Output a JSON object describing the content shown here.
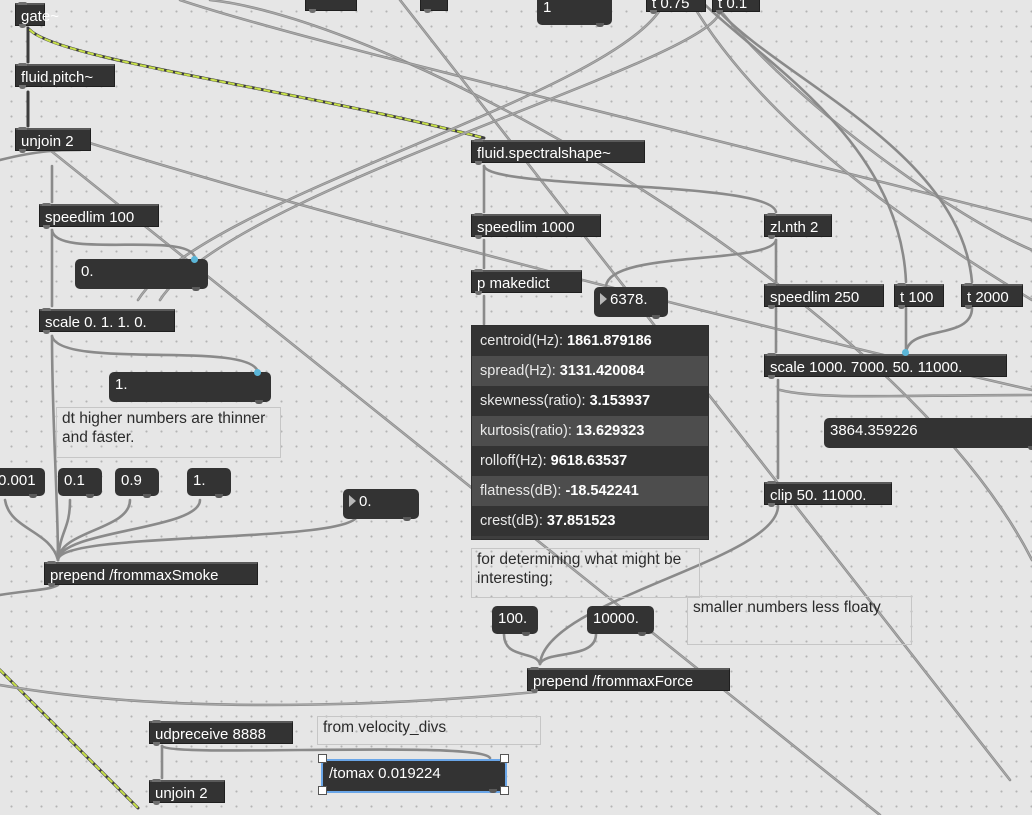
{
  "objects": {
    "gate": "gate~",
    "fluid_pitch": "fluid.pitch~",
    "unjoin_top": "unjoin 2",
    "speedlim_100": "speedlim 100",
    "scale_01": "scale 0. 1. 1. 0.",
    "prepend_smoke": "prepend /frommaxSmoke",
    "spectralshape": "fluid.spectralshape~",
    "speedlim_1000": "speedlim 1000",
    "makedict": "p makedict",
    "zl_nth": "zl.nth 2",
    "speedlim_250": "speedlim 250",
    "t_100": "t 100",
    "t_2000": "t 2000",
    "scale_1000": "scale 1000. 7000. 50. 11000.",
    "clip": "clip 50. 11000.",
    "prepend_force": "prepend /frommaxForce",
    "udpreceive": "udpreceive 8888",
    "unjoin_bottom": "unjoin 2",
    "tomax": "/tomax 0.019224",
    "top_t_left": "t 0.75",
    "top_t_right": "t 0.1"
  },
  "numbers": {
    "top_box": "1",
    "zero_a": "0.",
    "one": "1.",
    "n001": "0.001",
    "n01": "0.1",
    "n09": "0.9",
    "n1": "1.",
    "zero_b": "0.",
    "n6378": "6378.",
    "n3864": "3864.359226",
    "n100": "100.",
    "n10000": "10000."
  },
  "comments": {
    "dt": "dt higher numbers are thinner and faster.",
    "interesting": "for determining what might be interesting;",
    "floaty": "smaller numbers less floaty",
    "velocity": "from velocity_divs"
  },
  "dict_rows": [
    {
      "key": "centroid(Hz):",
      "value": "1861.879186"
    },
    {
      "key": "spread(Hz):",
      "value": "3131.420084"
    },
    {
      "key": "skewness(ratio):",
      "value": "3.153937"
    },
    {
      "key": "kurtosis(ratio):",
      "value": "13.629323"
    },
    {
      "key": "rolloff(Hz):",
      "value": "9618.63537"
    },
    {
      "key": "flatness(dB):",
      "value": "-18.542241"
    },
    {
      "key": "crest(dB):",
      "value": "37.851523"
    }
  ],
  "colors": {
    "background": "#e6e6e6",
    "object": "#333333",
    "signal_dash": "#c8e04a",
    "selection": "#6aa6e8"
  }
}
